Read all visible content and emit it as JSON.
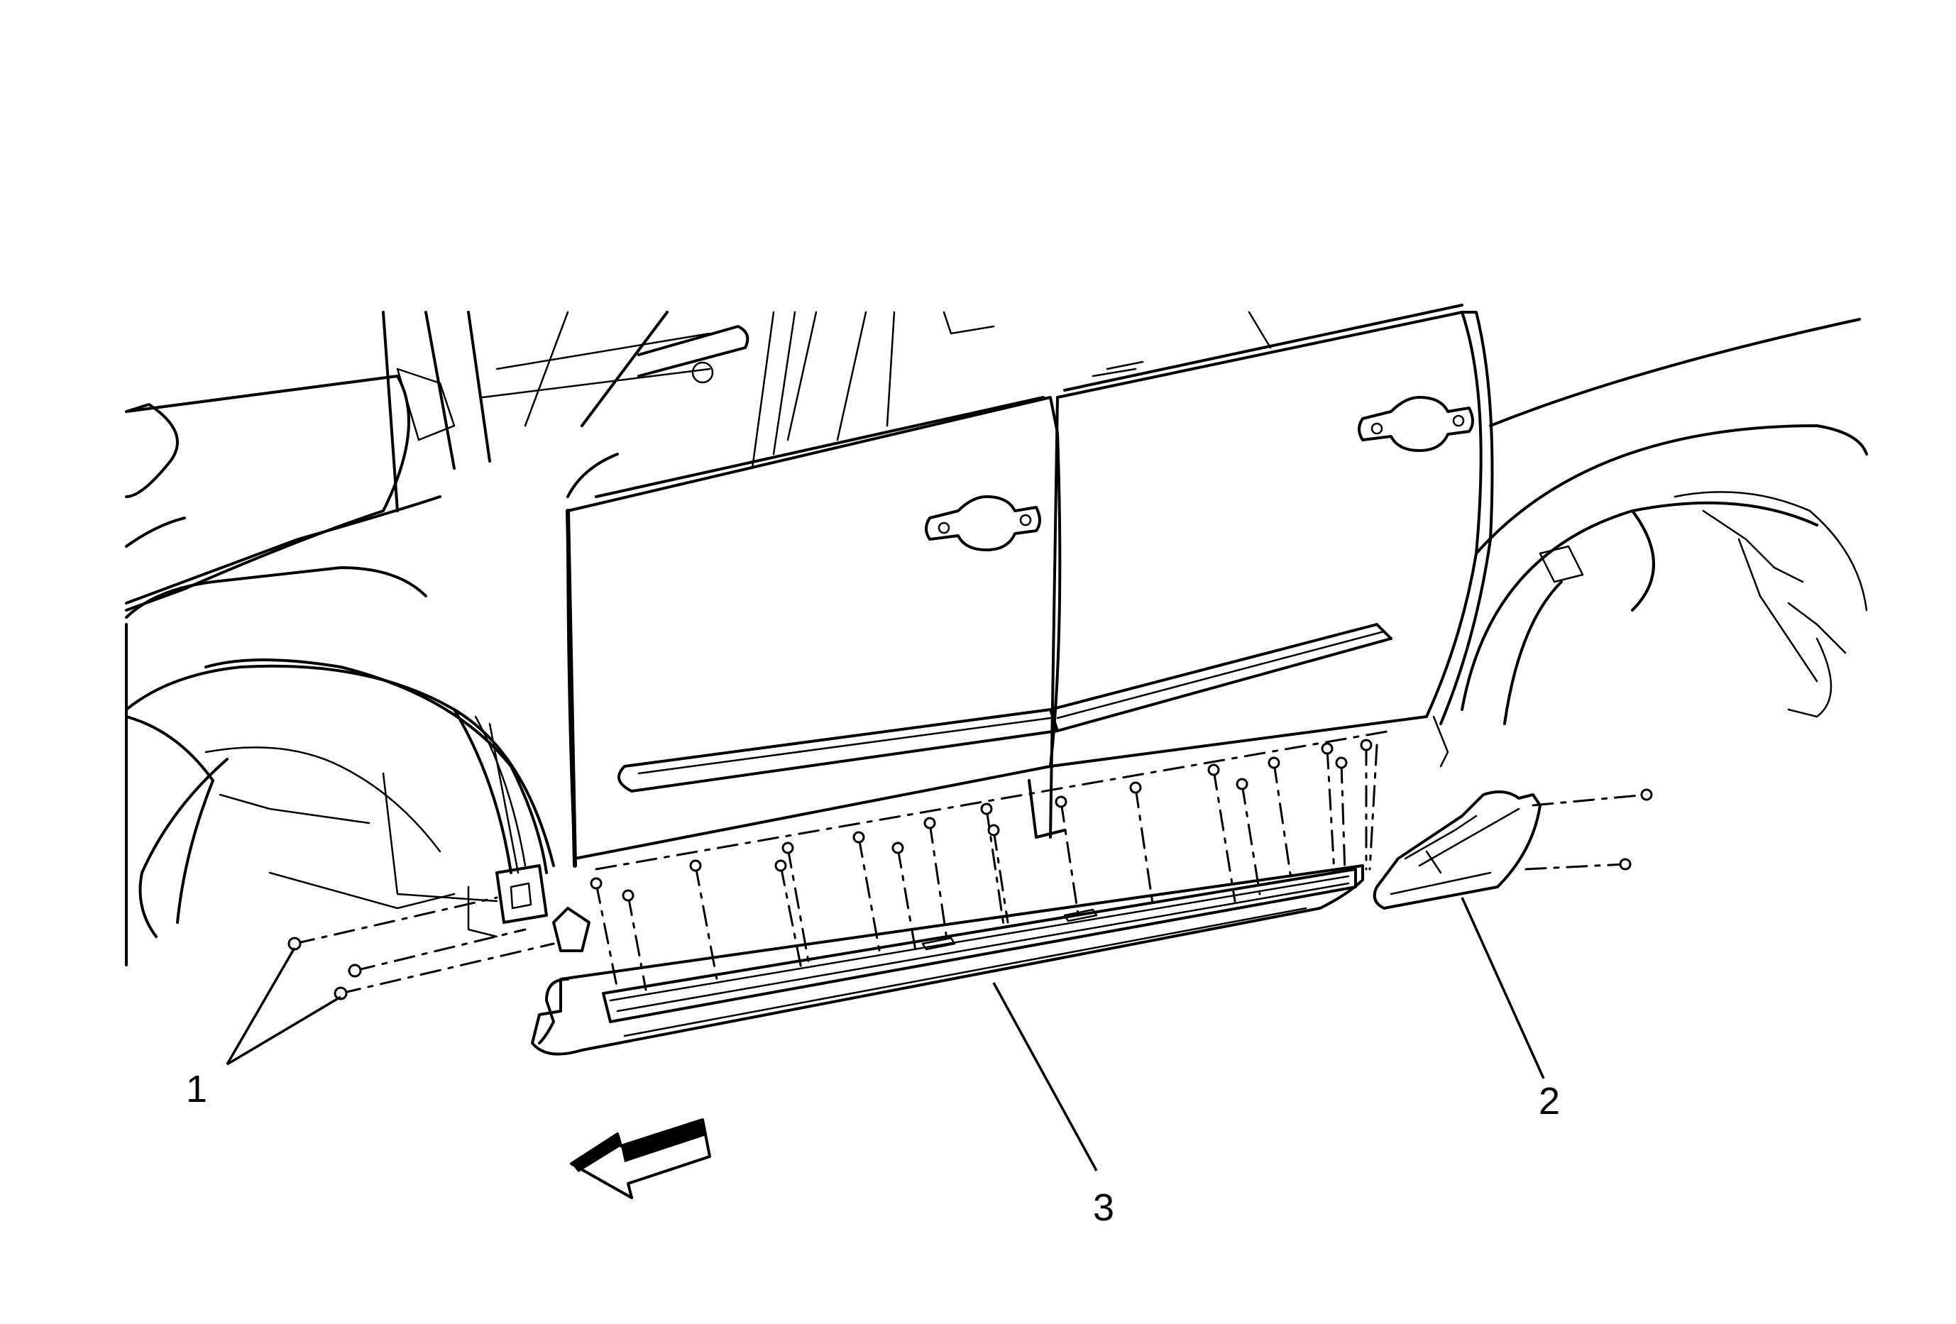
{
  "callouts": [
    {
      "label": "1"
    },
    {
      "label": "2"
    },
    {
      "label": "3"
    }
  ],
  "icons": {
    "direction_arrow": "forward-direction-arrow-icon"
  },
  "colors": {
    "ink": "#000000",
    "background": "#ffffff"
  }
}
